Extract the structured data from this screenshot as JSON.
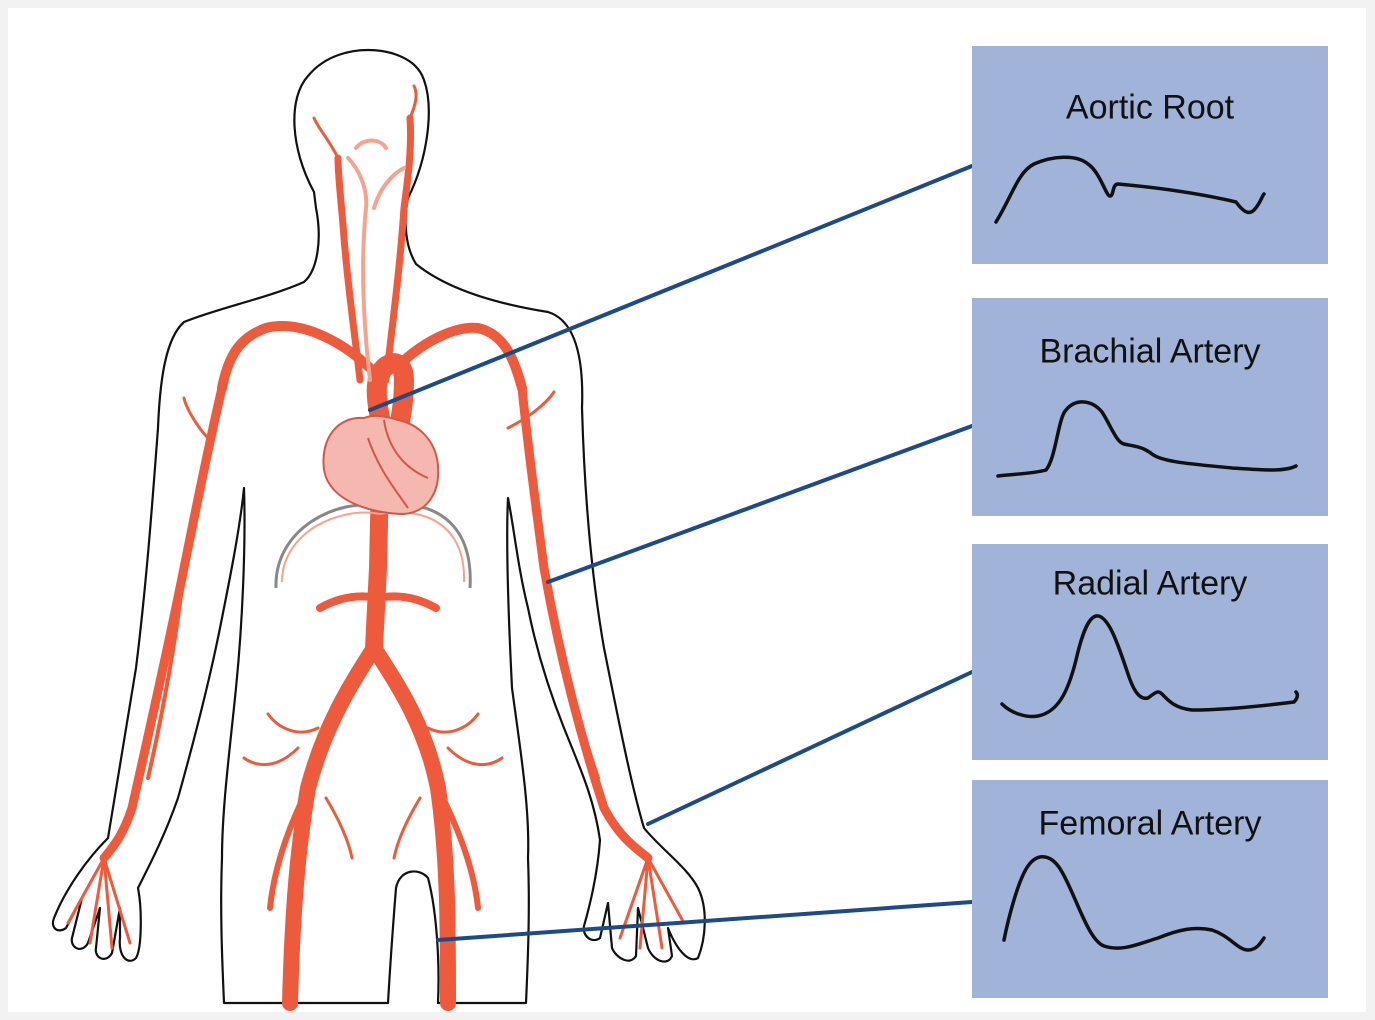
{
  "colors": {
    "artery": "#ee5a3c",
    "artery_light": "#f5a38e",
    "heart": "#f4b8b0",
    "panel": "#a1b3d8",
    "leader_line": "#1c4a8a",
    "outline": "#111111",
    "waveform": "#111111"
  },
  "panels": [
    {
      "id": "aortic-root",
      "label": "Aortic Root"
    },
    {
      "id": "brachial-artery",
      "label": "Brachial Artery"
    },
    {
      "id": "radial-artery",
      "label": "Radial Artery"
    },
    {
      "id": "femoral-artery",
      "label": "Femoral Artery"
    }
  ]
}
